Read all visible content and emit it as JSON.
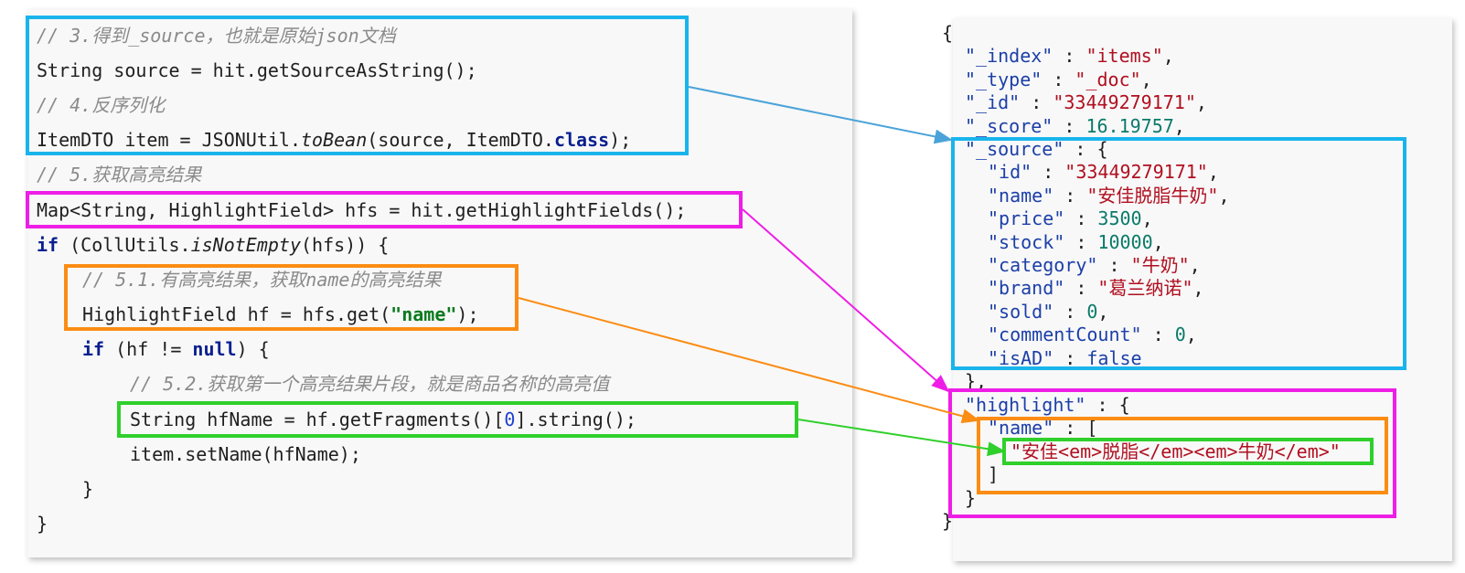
{
  "code": {
    "c3": "// 3.得到_source，也就是原始json文档",
    "source_line": "String source = hit.getSourceAsString();",
    "c4": "// 4.反序列化",
    "item_a": "ItemDTO item = JSONUtil.",
    "item_b": "toBean",
    "item_c": "(source, ItemDTO.",
    "item_d": "class",
    "item_e": ");",
    "c5": "// 5.获取高亮结果",
    "map_line": "Map<String, HighlightField> hfs = hit.getHighlightFields();",
    "if1_a": "if",
    "if1_b": " (CollUtils.",
    "if1_c": "isNotEmpty",
    "if1_d": "(hfs)) {",
    "c51": "// 5.1.有高亮结果，获取name的高亮结果",
    "hf_a": "HighlightField hf = hfs.get(",
    "hf_b": "\"name\"",
    "hf_c": ");",
    "if2_a": "if",
    "if2_b": " (hf != ",
    "if2_c": "null",
    "if2_d": ") {",
    "c52": "// 5.2.获取第一个高亮结果片段，就是商品名称的高亮值",
    "hfname_a": "String hfName = hf.getFragments()[",
    "hfname_b": "0",
    "hfname_c": "].string();",
    "setname": "item.setName(hfName);",
    "close_inner": "}",
    "close_outer": "}"
  },
  "json": {
    "open": "{",
    "index_k": "\"_index\"",
    "index_v": "\"items\"",
    "type_k": "\"_type\"",
    "type_v": "\"_doc\"",
    "id_k": "\"_id\"",
    "id_v": "\"33449279171\"",
    "score_k": "\"_score\"",
    "score_v": "16.19757",
    "source_k": "\"_source\"",
    "s_id_k": "\"id\"",
    "s_id_v": "\"33449279171\"",
    "s_name_k": "\"name\"",
    "s_name_v": "\"安佳脱脂牛奶\"",
    "s_price_k": "\"price\"",
    "s_price_v": "3500",
    "s_stock_k": "\"stock\"",
    "s_stock_v": "10000",
    "s_cat_k": "\"category\"",
    "s_cat_v": "\"牛奶\"",
    "s_brand_k": "\"brand\"",
    "s_brand_v": "\"葛兰纳诺\"",
    "s_sold_k": "\"sold\"",
    "s_sold_v": "0",
    "s_cc_k": "\"commentCount\"",
    "s_cc_v": "0",
    "s_isad_k": "\"isAD\"",
    "s_isad_v": "false",
    "source_close": "},",
    "hl_k": "\"highlight\"",
    "hl_name_k": "\"name\"",
    "hl_frag": "\"安佳<em>脱脂</em><em>牛奶</em>\"",
    "arr_close": "]",
    "hl_close": "}",
    "close": "}"
  },
  "colors": {
    "blue": "#19b4ec",
    "pink": "#ee1ee6",
    "orange": "#fb8c14",
    "green": "#2fd02b",
    "arrow_blue": "#4aa3d8"
  }
}
